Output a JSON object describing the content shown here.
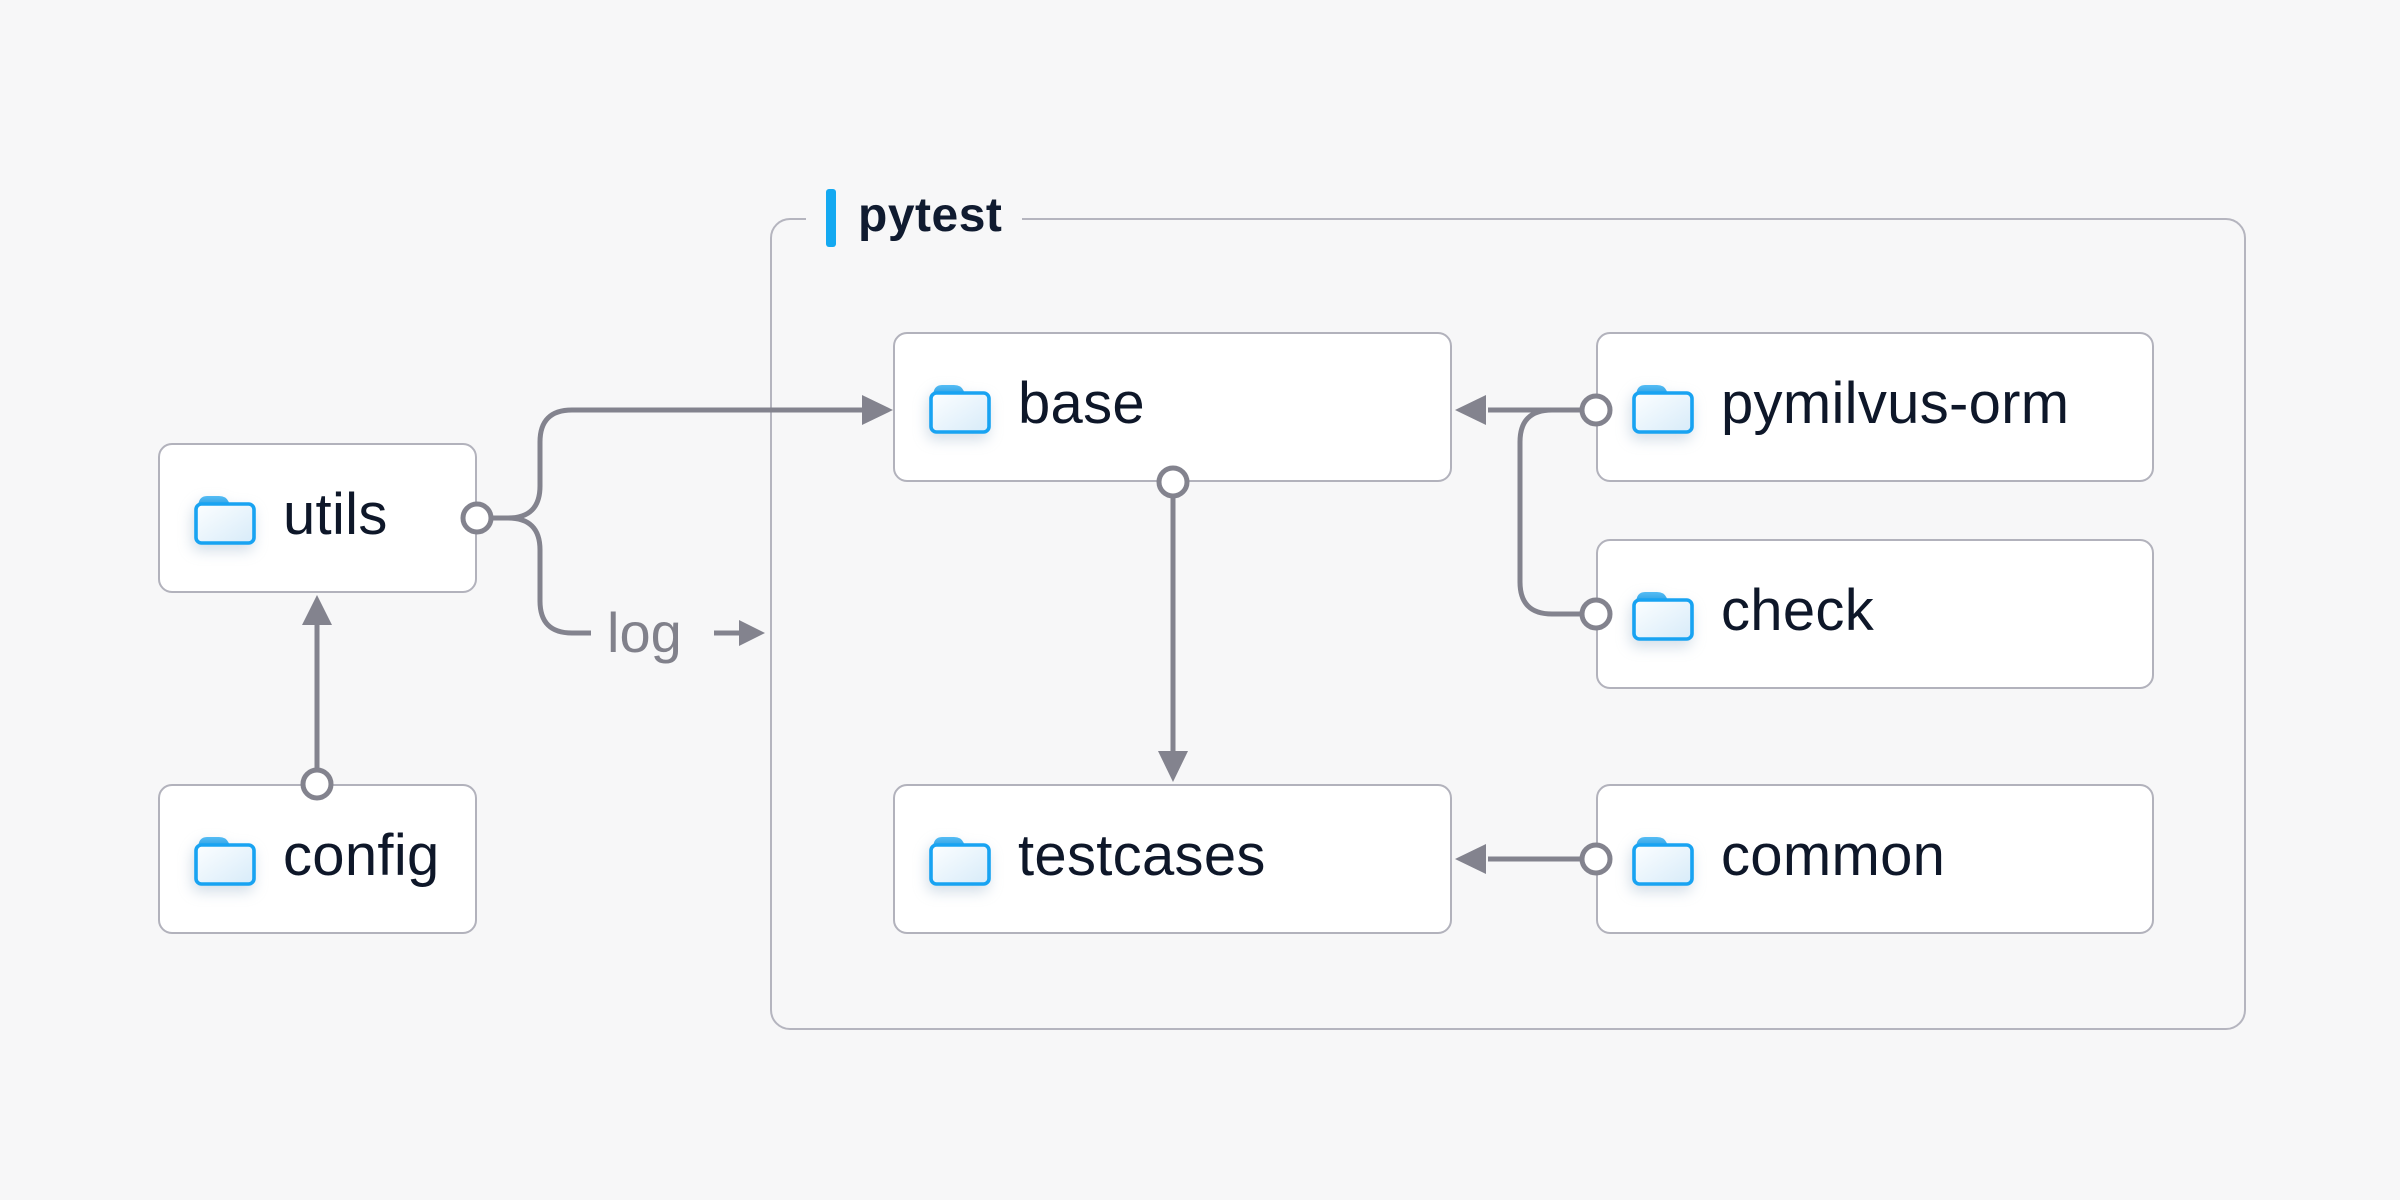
{
  "container": {
    "label": "pytest"
  },
  "nodes": [
    {
      "id": "utils",
      "label": "utils",
      "icon": "folder-icon",
      "inside_container": false
    },
    {
      "id": "config",
      "label": "config",
      "icon": "folder-icon",
      "inside_container": false
    },
    {
      "id": "base",
      "label": "base",
      "icon": "folder-icon",
      "inside_container": true
    },
    {
      "id": "pymilvus-orm",
      "label": "pymilvus-orm",
      "icon": "folder-icon",
      "inside_container": true
    },
    {
      "id": "check",
      "label": "check",
      "icon": "folder-icon",
      "inside_container": true
    },
    {
      "id": "testcases",
      "label": "testcases",
      "icon": "folder-icon",
      "inside_container": true
    },
    {
      "id": "common",
      "label": "common",
      "icon": "folder-icon",
      "inside_container": true
    }
  ],
  "edges": [
    {
      "from": "config",
      "to": "utils",
      "label": ""
    },
    {
      "from": "utils",
      "to": "base",
      "label": ""
    },
    {
      "from": "utils",
      "to": "pytest-container",
      "label": "log"
    },
    {
      "from": "pymilvus-orm",
      "to": "base",
      "label": ""
    },
    {
      "from": "check",
      "to": "base",
      "label": ""
    },
    {
      "from": "base",
      "to": "testcases",
      "label": ""
    },
    {
      "from": "common",
      "to": "testcases",
      "label": ""
    }
  ],
  "colors": {
    "background": "#f7f7f8",
    "node_background": "#ffffff",
    "node_border": "#b2b2bc",
    "container_border": "#b5b5bf",
    "connector": "#83838e",
    "node_text": "#0e1729",
    "edge_label_text": "#81818b",
    "accent_blue": "#14a9f1",
    "folder_outline_blue": "#18a3f2"
  }
}
